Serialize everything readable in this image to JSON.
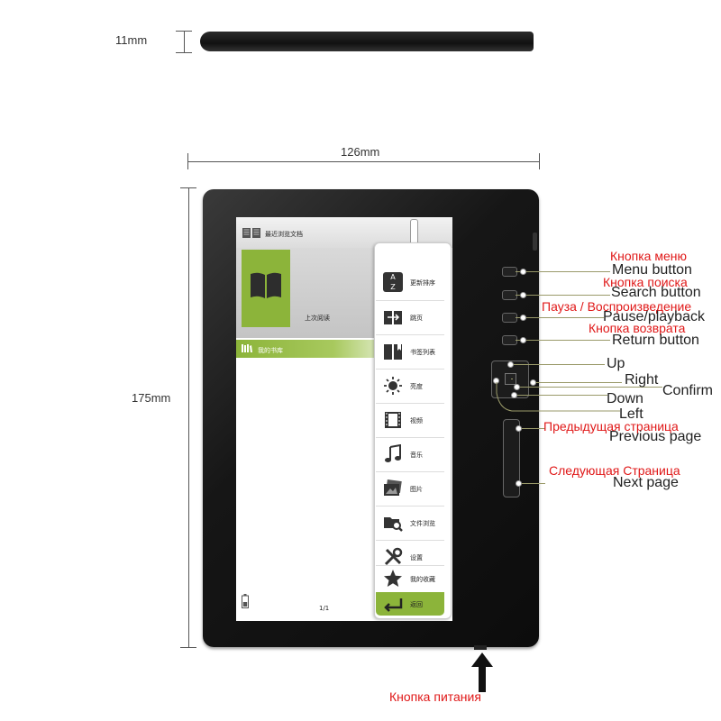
{
  "dimensions": {
    "thickness": "11mm",
    "width": "126mm",
    "height": "175mm"
  },
  "screen": {
    "recent_header": "最近浏览文档",
    "last_read": "上次阅读",
    "library_header": "我的书库",
    "page_indicator": "1/1",
    "menu": [
      {
        "label": "更新排序",
        "icon": "sort-az-icon"
      },
      {
        "label": "跳页",
        "icon": "page-jump-icon"
      },
      {
        "label": "书签列表",
        "icon": "bookmark-list-icon"
      },
      {
        "label": "亮度",
        "icon": "brightness-icon"
      },
      {
        "label": "视频",
        "icon": "video-icon"
      },
      {
        "label": "音乐",
        "icon": "music-icon"
      },
      {
        "label": "图片",
        "icon": "picture-icon"
      },
      {
        "label": "文件浏览",
        "icon": "file-browse-icon"
      },
      {
        "label": "设置",
        "icon": "settings-icon"
      },
      {
        "label": "我的收藏",
        "icon": "favorites-star-icon"
      },
      {
        "label": "返回",
        "icon": "return-icon"
      }
    ]
  },
  "callouts": {
    "menu_ru": "Кнопка меню",
    "menu_en": "Menu button",
    "search_ru": "Кнопка поиска",
    "search_en": "Search button",
    "pause_ru": "Пауза / Воспроизведение",
    "pause_en": "Pause/playback",
    "return_ru": "Кнопка возврата",
    "return_en": "Return button",
    "up": "Up",
    "right": "Right",
    "confirm": "Confirm",
    "down": "Down",
    "left": "Left",
    "prev_ru": "Предыдущая страница",
    "prev_en": "Previous page",
    "next_ru": "Следующая Страница",
    "next_en": "Next page",
    "power_ru": "Кнопка питания"
  },
  "colors": {
    "accent_green": "#8cb43a",
    "callout_red": "#e01818",
    "device_body": "#151515"
  }
}
